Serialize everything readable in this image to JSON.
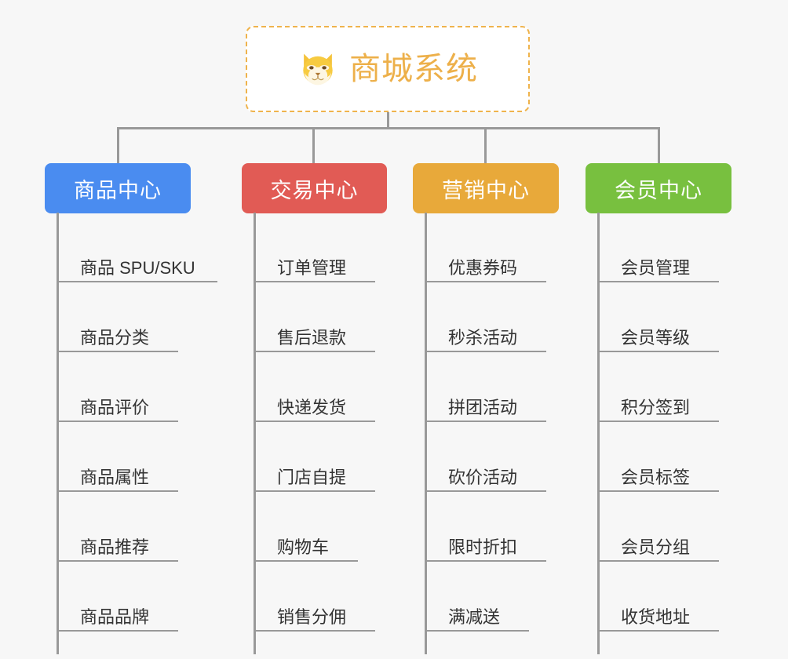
{
  "page": {
    "background_color": "#f7f7f7",
    "line_color": "#999999"
  },
  "root": {
    "title": "商城系统",
    "icon": "shiba-dog-face-icon",
    "text_color": "#edb04a",
    "border_color": "#efb34c",
    "background_color": "#ffffff"
  },
  "branches": [
    {
      "title": "商品中心",
      "color": "#4a8cf0",
      "items": [
        "商品 SPU/SKU",
        "商品分类",
        "商品评价",
        "商品属性",
        "商品推荐",
        "商品品牌"
      ]
    },
    {
      "title": "交易中心",
      "color": "#e15b55",
      "items": [
        "订单管理",
        "售后退款",
        "快递发货",
        "门店自提",
        "购物车",
        "销售分佣"
      ]
    },
    {
      "title": "营销中心",
      "color": "#e8a93a",
      "items": [
        "优惠券码",
        "秒杀活动",
        "拼团活动",
        "砍价活动",
        "限时折扣",
        "满减送"
      ]
    },
    {
      "title": "会员中心",
      "color": "#78c03f",
      "items": [
        "会员管理",
        "会员等级",
        "积分签到",
        "会员标签",
        "会员分组",
        "收货地址"
      ]
    }
  ]
}
